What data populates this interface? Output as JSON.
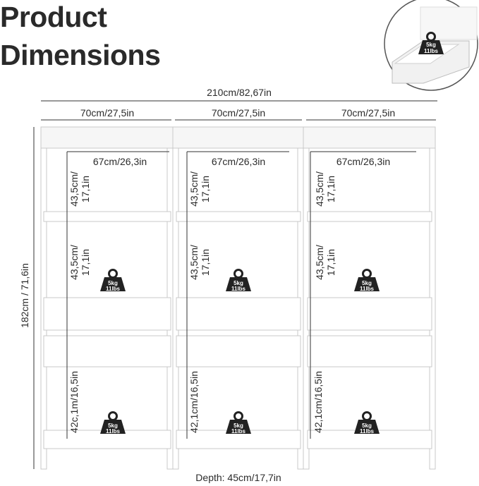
{
  "title": {
    "line1": "Product",
    "line2": "Dimensions"
  },
  "dimensions": {
    "total_width": "210cm/82,67in",
    "column_width": "70cm/27,5in",
    "inner_width": "67cm/26,3in",
    "total_height": "182cm / 71,6in",
    "shelf_height_top": [
      "43,5cm/",
      "17,1in"
    ],
    "shelf_height_bottom": [
      [
        "42c,1m/16,5in"
      ],
      [
        "42,1cm/16,5in"
      ],
      [
        "42,1cm/16,5in"
      ]
    ],
    "depth": "Depth: 45cm/17,7in"
  },
  "load": {
    "weight_kg": "5kg",
    "weight_lbs": "11lbs"
  },
  "colors": {
    "text": "#2b2b2b",
    "shelf_fill": "#ffffff",
    "shelf_stroke": "#c9c9c9",
    "weight_icon": "#222222"
  }
}
